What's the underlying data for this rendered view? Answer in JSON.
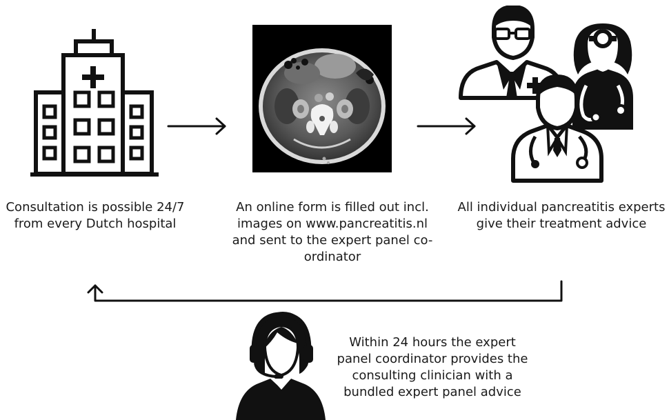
{
  "steps": [
    {
      "icon": "hospital-icon",
      "caption": "Consultation is possible 24/7 from every Dutch hospital"
    },
    {
      "icon": "ct-scan-image",
      "caption": "An online form is filled out incl. images on www.pancreatitis.nl and sent to the expert panel co-ordinator"
    },
    {
      "icon": "doctors-icon",
      "caption": "All individual pancreatitis experts give their treatment advice"
    }
  ],
  "feedback": {
    "icon": "call-center-agent-icon",
    "caption": "Within 24 hours the expert panel coordinator provides the consulting clinician with a bundled expert panel advice"
  },
  "colors": {
    "ink": "#111111",
    "text": "#1a1a1a",
    "background": "#ffffff"
  }
}
